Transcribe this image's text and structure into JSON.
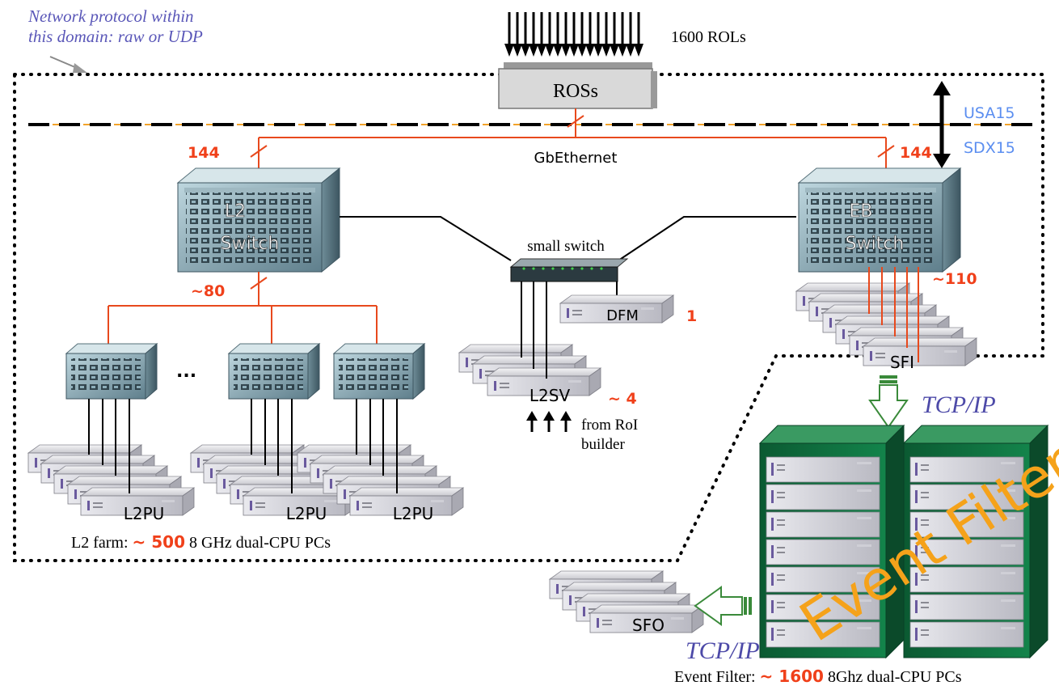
{
  "labels": {
    "protocol_note_line1": "Network protocol within",
    "protocol_note_line2": "this domain: raw or UDP",
    "rols": "1600 ROLs",
    "ros": "ROSs",
    "usa15": "USA15",
    "sdx15": "SDX15",
    "gbethernet": "GbEthernet",
    "l2_count": "144",
    "eb_count": "144",
    "l2_switch_line1": "L2",
    "l2_switch_line2": "Switch",
    "eb_switch_line1": "EB",
    "eb_switch_line2": "Switch",
    "small_switch": "small switch",
    "l2_sub_count": "~80",
    "ellipsis": "...",
    "sfi_count": "~110",
    "dfm": "DFM",
    "dfm_count": "1",
    "sfi": "SFI",
    "l2sv": "L2SV",
    "l2sv_count": "~ 4",
    "roi_line1": "from RoI",
    "roi_line2": "builder",
    "l2pu": "L2PU",
    "l2farm_prefix": "L2 farm: ",
    "l2farm_tilde": "~ ",
    "l2farm_count": "500",
    "l2farm_suffix": " 8 GHz dual-CPU PCs",
    "tcpip_top": "TCP/IP",
    "tcpip_bottom": "TCP/IP",
    "event_filter_overlay": "Event Filter",
    "sfo": "SFO",
    "ef_prefix": "Event Filter: ",
    "ef_tilde": "~ ",
    "ef_count": "1600",
    "ef_suffix": " 8Ghz dual-CPU PCs"
  },
  "colors": {
    "network_line": "#e8491d",
    "count_text": "#f0401a",
    "note_text": "#5a57b8",
    "usa_text": "#5b8ef0",
    "rack_green": "#0f6b3c",
    "event_filter_text": "#f5a21a",
    "arrow_green": "#3a8a3a"
  }
}
